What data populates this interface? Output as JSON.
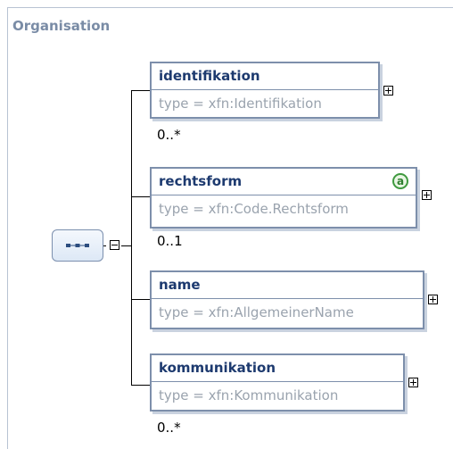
{
  "panel": {
    "title": "Organisation"
  },
  "compositor": {
    "icon": "sequence-icon"
  },
  "elements": [
    {
      "name": "identifikation",
      "type": "type = xfn:Identifikation",
      "cardinality": "0..*"
    },
    {
      "name": "rechtsform",
      "type": "type = xfn:Code.Rechtsform",
      "cardinality": "0..1",
      "attribute_badge": "a"
    },
    {
      "name": "name",
      "type": "type = xfn:AllgemeinerName",
      "cardinality": ""
    },
    {
      "name": "kommunikation",
      "type": "type = xfn:Kommunikation",
      "cardinality": "0..*"
    }
  ],
  "colors": {
    "border": "#7d8fab",
    "name_text": "#1d3a6f",
    "type_text": "#9aa3ae",
    "title_text": "#7a8ca6",
    "attribute_badge": "#3f9a3f"
  }
}
